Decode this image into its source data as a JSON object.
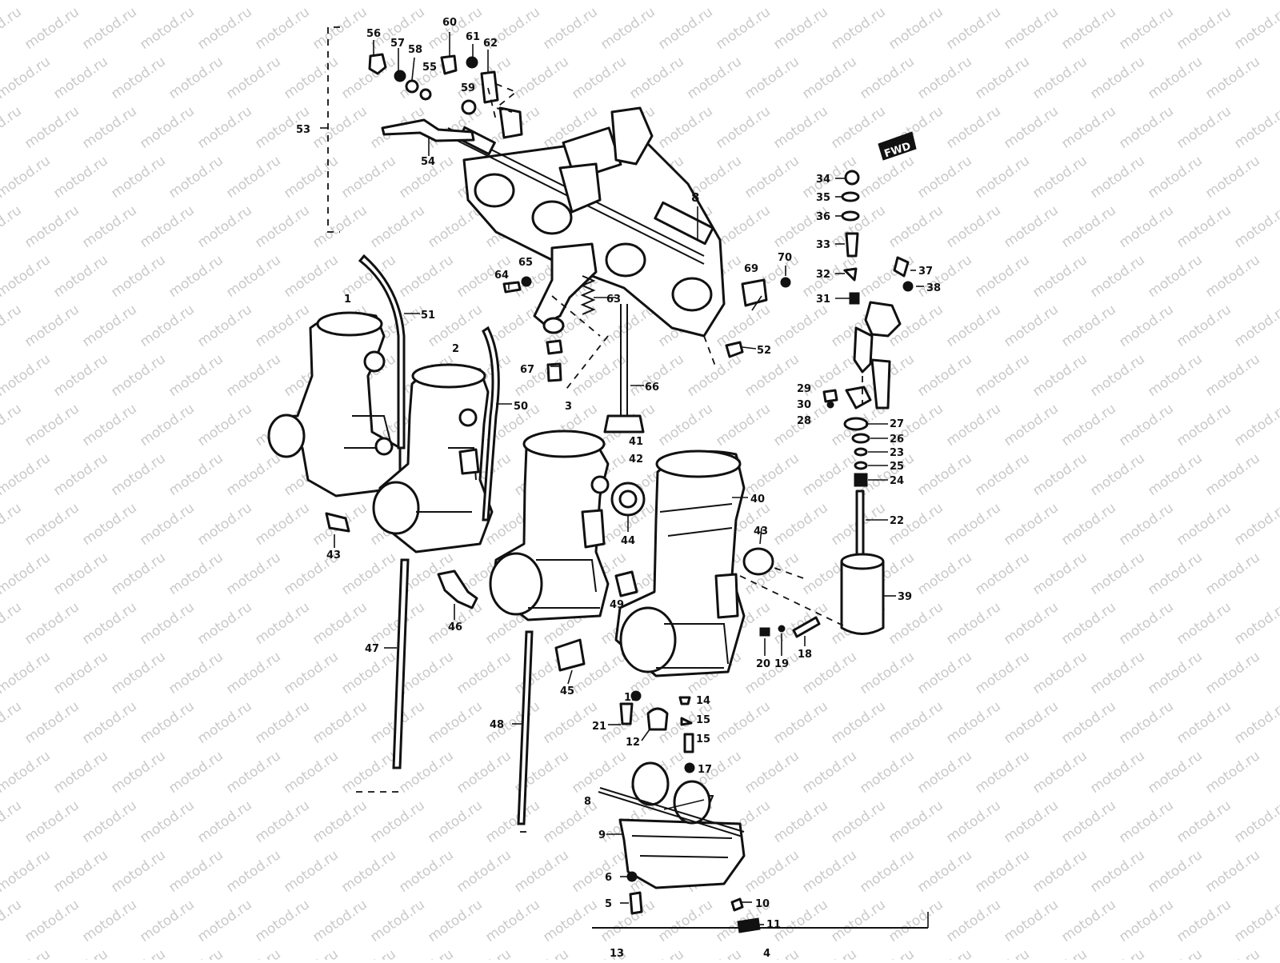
{
  "watermark": {
    "text": "motod.ru"
  },
  "badge": {
    "text": "FWD"
  },
  "callouts": [
    {
      "id": "c56",
      "label": "56"
    },
    {
      "id": "c57",
      "label": "57"
    },
    {
      "id": "c58",
      "label": "58"
    },
    {
      "id": "c55",
      "label": "55"
    },
    {
      "id": "c60",
      "label": "60"
    },
    {
      "id": "c61",
      "label": "61"
    },
    {
      "id": "c62",
      "label": "62"
    },
    {
      "id": "c59",
      "label": "59"
    },
    {
      "id": "c53",
      "label": "53"
    },
    {
      "id": "c54",
      "label": "54"
    },
    {
      "id": "c8",
      "label": "8"
    },
    {
      "id": "c34",
      "label": "34"
    },
    {
      "id": "c35",
      "label": "35"
    },
    {
      "id": "c36",
      "label": "36"
    },
    {
      "id": "c33",
      "label": "33"
    },
    {
      "id": "c32",
      "label": "32"
    },
    {
      "id": "c37",
      "label": "37"
    },
    {
      "id": "c38",
      "label": "38"
    },
    {
      "id": "c31",
      "label": "31"
    },
    {
      "id": "c64",
      "label": "64"
    },
    {
      "id": "c65",
      "label": "65"
    },
    {
      "id": "c69",
      "label": "69"
    },
    {
      "id": "c70",
      "label": "70"
    },
    {
      "id": "c63",
      "label": "63"
    },
    {
      "id": "c51",
      "label": "51"
    },
    {
      "id": "c52",
      "label": "52"
    },
    {
      "id": "c1",
      "label": "1"
    },
    {
      "id": "c2",
      "label": "2"
    },
    {
      "id": "c67",
      "label": "67"
    },
    {
      "id": "c66",
      "label": "66"
    },
    {
      "id": "c50",
      "label": "50"
    },
    {
      "id": "c29",
      "label": "29"
    },
    {
      "id": "c30",
      "label": "30"
    },
    {
      "id": "c28",
      "label": "28"
    },
    {
      "id": "c27",
      "label": "27"
    },
    {
      "id": "c3",
      "label": "3"
    },
    {
      "id": "c41",
      "label": "41"
    },
    {
      "id": "c42",
      "label": "42"
    },
    {
      "id": "c26",
      "label": "26"
    },
    {
      "id": "c23",
      "label": "23"
    },
    {
      "id": "c25",
      "label": "25"
    },
    {
      "id": "c24",
      "label": "24"
    },
    {
      "id": "c40",
      "label": "40"
    },
    {
      "id": "c22",
      "label": "22"
    },
    {
      "id": "c43a",
      "label": "43"
    },
    {
      "id": "c44",
      "label": "44"
    },
    {
      "id": "c43b",
      "label": "43"
    },
    {
      "id": "c49",
      "label": "49"
    },
    {
      "id": "c39",
      "label": "39"
    },
    {
      "id": "c46",
      "label": "46"
    },
    {
      "id": "c47",
      "label": "47"
    },
    {
      "id": "c20",
      "label": "20"
    },
    {
      "id": "c19",
      "label": "19"
    },
    {
      "id": "c18",
      "label": "18"
    },
    {
      "id": "c45",
      "label": "45"
    },
    {
      "id": "c13",
      "label": "13"
    },
    {
      "id": "c14",
      "label": "14"
    },
    {
      "id": "c21",
      "label": "21"
    },
    {
      "id": "c15a",
      "label": "15"
    },
    {
      "id": "c48",
      "label": "48"
    },
    {
      "id": "c12",
      "label": "12"
    },
    {
      "id": "c15b",
      "label": "15"
    },
    {
      "id": "c17",
      "label": "17"
    },
    {
      "id": "c7",
      "label": "7"
    },
    {
      "id": "c8b",
      "label": "8"
    },
    {
      "id": "c9",
      "label": "9"
    },
    {
      "id": "c6",
      "label": "6"
    },
    {
      "id": "c5",
      "label": "5"
    },
    {
      "id": "c10",
      "label": "10"
    },
    {
      "id": "c11",
      "label": "11"
    },
    {
      "id": "c4",
      "label": "4"
    },
    {
      "id": "c13b",
      "label": "13"
    }
  ]
}
